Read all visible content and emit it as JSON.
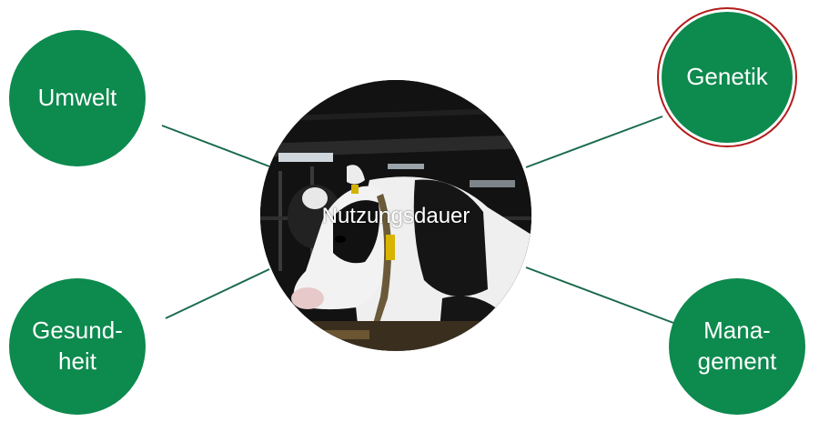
{
  "center": {
    "label": "Nutzungsdauer",
    "image": "cow-photo"
  },
  "nodes": {
    "umwelt": "Umwelt",
    "gesundheit": "Gesund-\nheit",
    "genetik": "Genetik",
    "management": "Mana-\ngement"
  },
  "colors": {
    "node_fill": "#0d8a4e",
    "connector": "#1a6b4c",
    "highlight_ring": "#b31b1b",
    "text": "#ffffff"
  }
}
